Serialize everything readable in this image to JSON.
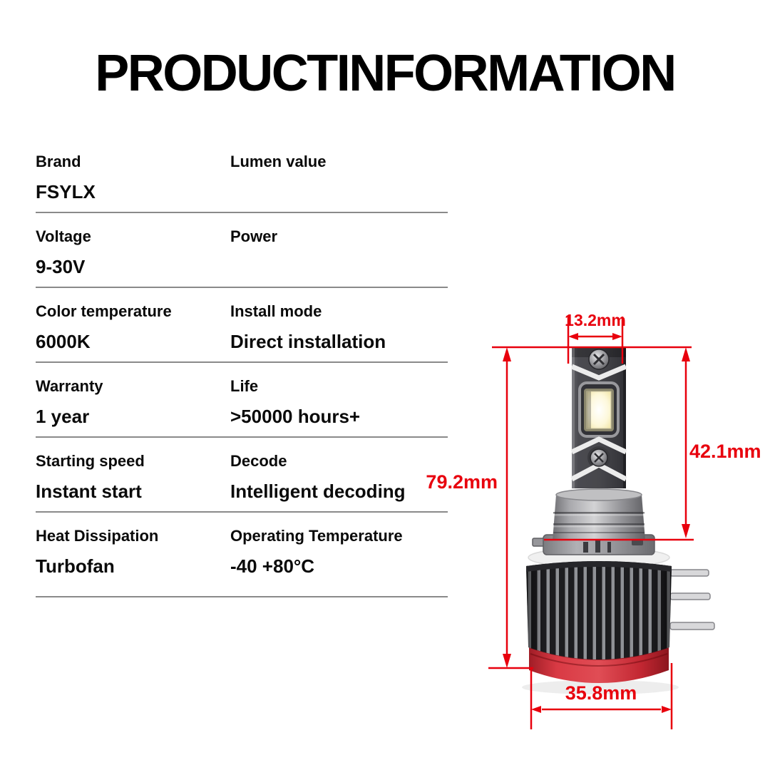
{
  "page": {
    "title": "PRODUCTINFORMATION",
    "background_color": "#ffffff",
    "accent_red": "#e8000d",
    "text_color": "#0a0a0a",
    "divider_color": "#8a8a8a"
  },
  "specs": {
    "rows": [
      {
        "left": {
          "label": "Brand",
          "value": "FSYLX"
        },
        "right": {
          "label": "Lumen value",
          "value": ""
        }
      },
      {
        "left": {
          "label": "Voltage",
          "value": "9-30V"
        },
        "right": {
          "label": "Power",
          "value": ""
        }
      },
      {
        "left": {
          "label": "Color temperature",
          "value": "6000K"
        },
        "right": {
          "label": "Install mode",
          "value": "Direct installation"
        }
      },
      {
        "left": {
          "label": "Warranty",
          "value": "1 year"
        },
        "right": {
          "label": "Life",
          "value": ">50000 hours+"
        }
      },
      {
        "left": {
          "label": "Starting speed",
          "value": "Instant start"
        },
        "right": {
          "label": "Decode",
          "value": "Intelligent decoding"
        }
      },
      {
        "left": {
          "label": "Heat Dissipation",
          "value": "Turbofan"
        },
        "right": {
          "label": "Operating Temperature",
          "value": "-40 +80°C"
        }
      }
    ]
  },
  "product_image": {
    "subject": "LED headlight bulb",
    "dimensions": {
      "top_width": "13.2mm",
      "upper_height": "42.1mm",
      "total_height": "79.2mm",
      "base_width": "35.8mm"
    }
  }
}
